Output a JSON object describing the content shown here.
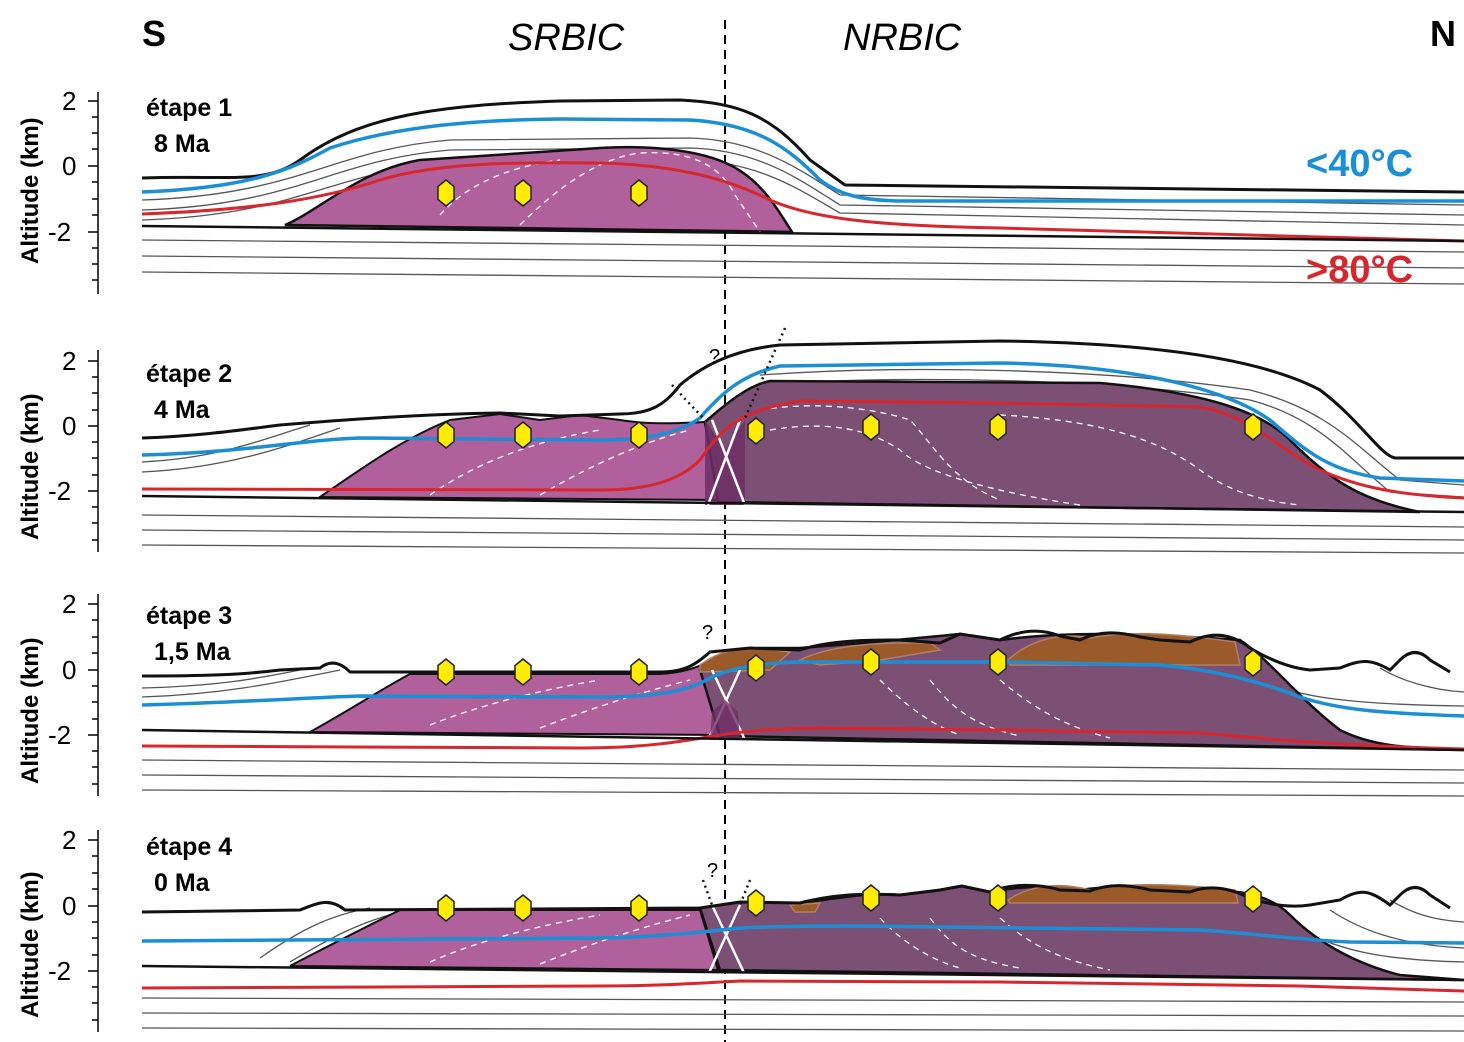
{
  "header": {
    "left": "S",
    "right": "N",
    "zone_south": "SRBIC",
    "zone_north": "NRBIC"
  },
  "legend": {
    "cold": "<40°C",
    "hot": ">80°C",
    "cold_color": "#1a8fd6",
    "hot_color": "#d8262e"
  },
  "axis": {
    "label": "Altitude (km)",
    "ticks": [
      "2",
      "0",
      "-2"
    ]
  },
  "colors": {
    "srbic": "#b0609a",
    "nrbic": "#7c5074",
    "sediment": "#9a5a2a"
  },
  "question_mark": "?",
  "stages": [
    {
      "name": "étape 1",
      "age": "8 Ma"
    },
    {
      "name": "étape 2",
      "age": "4 Ma"
    },
    {
      "name": "étape 3",
      "age": "1,5 Ma"
    },
    {
      "name": "étape 4",
      "age": "0 Ma"
    }
  ]
}
